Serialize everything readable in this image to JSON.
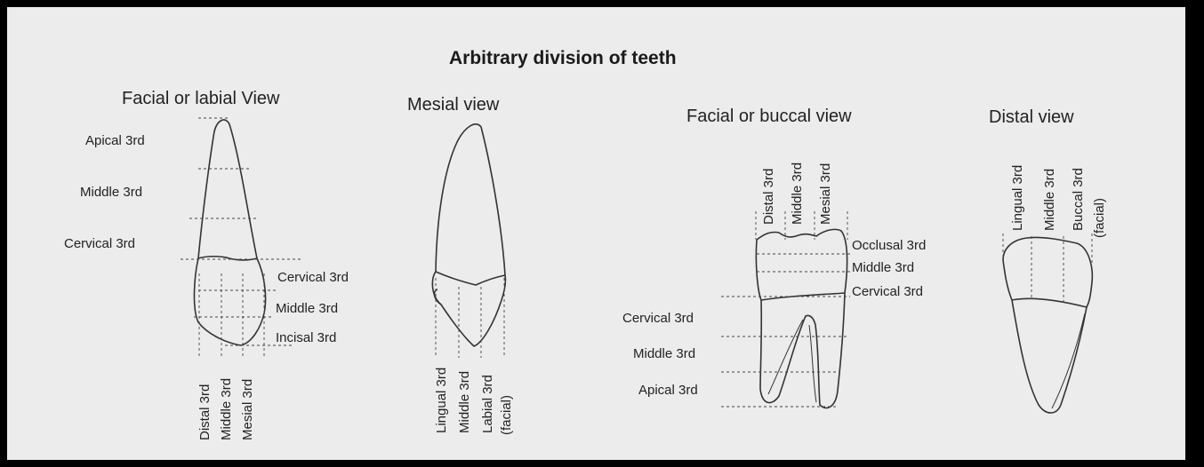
{
  "figure": {
    "title": "Arbitrary division of teeth",
    "views": {
      "labial": {
        "title": "Facial or labial View",
        "root_thirds": [
          "Apical 3rd",
          "Middle 3rd",
          "Cervical 3rd"
        ],
        "crown_thirds": [
          "Cervical 3rd",
          "Middle 3rd",
          "Incisal 3rd"
        ],
        "vertical_thirds": [
          "Distal 3rd",
          "Middle 3rd",
          "Mesial 3rd"
        ]
      },
      "mesial": {
        "title": "Mesial view",
        "vertical_thirds": [
          "Lingual 3rd",
          "Middle 3rd",
          "Labial 3rd"
        ],
        "facial_note": "(facial)"
      },
      "buccal": {
        "title": "Facial or buccal view",
        "vertical_thirds": [
          "Distal 3rd",
          "Middle 3rd",
          "Mesial 3rd"
        ],
        "crown_thirds": [
          "Occlusal 3rd",
          "Middle 3rd",
          "Cervical 3rd"
        ],
        "root_thirds": [
          "Cervical 3rd",
          "Middle 3rd",
          "Apical 3rd"
        ]
      },
      "distal": {
        "title": "Distal view",
        "vertical_thirds": [
          "Lingual 3rd",
          "Middle 3rd",
          "Buccal 3rd"
        ],
        "facial_note": "(facial)"
      }
    }
  }
}
